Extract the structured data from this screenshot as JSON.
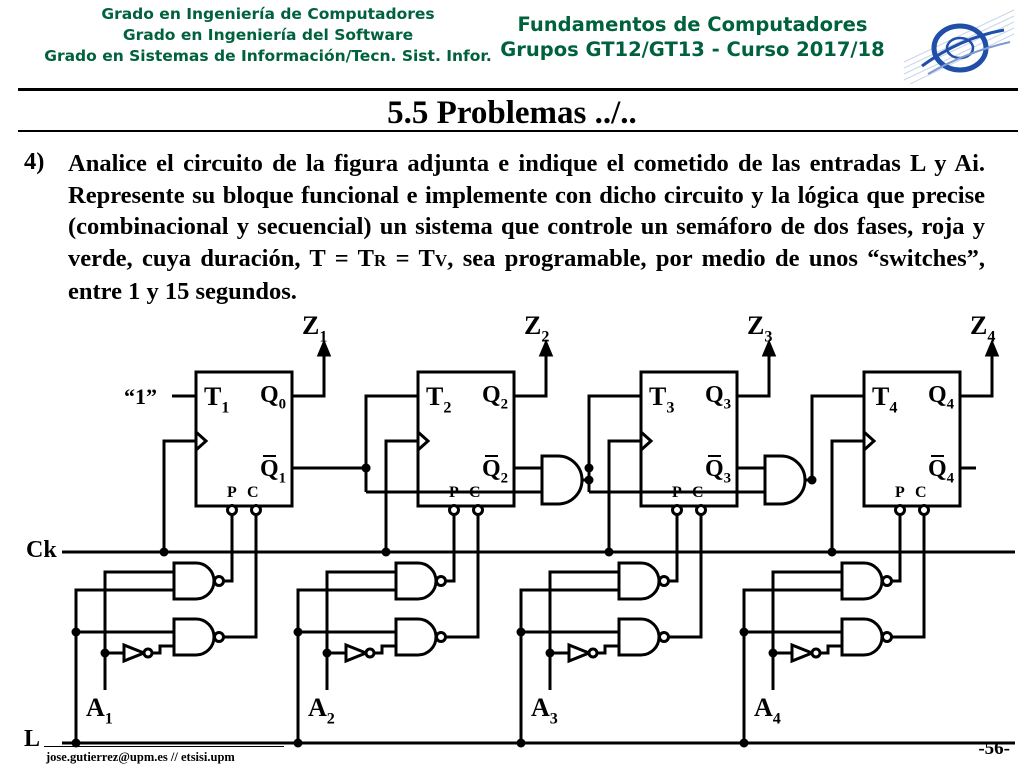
{
  "header": {
    "left_lines": [
      "Grado en Ingeniería de Computadores",
      "Grado en Ingeniería del Software",
      "Grado en Sistemas de Información/Tecn. Sist. Infor."
    ],
    "course": "Fundamentos de Computadores",
    "group": "Grupos GT12/GT13 - Curso 2017/18"
  },
  "title": "5.5 Problemas ../..",
  "problem": {
    "number": "4)",
    "text_before": "Analice el circuito de la figura adjunta e indique el cometido de las entradas L y Ai. Represente su bloque funcional e implemente con dicho circuito y la lógica que precise (combinacional y secuencial) un sistema que controle un semáforo de dos fases, roja y verde, cuya duración, T = T",
    "sub_r": "R",
    "text_middle": " = T",
    "sub_v": "V",
    "text_after": ", sea programable, por medio de unos “switches”, entre 1 y 15 segundos."
  },
  "circuit": {
    "input_one": "“1”",
    "clock": "Ck",
    "load": "L",
    "flipflops": [
      {
        "t": "T",
        "t_sub": "1",
        "q": "Q",
        "q_sub": "0",
        "qbar": "Q",
        "qbar_sub": "1",
        "z": "Z",
        "z_sub": "1",
        "a": "A",
        "a_sub": "1"
      },
      {
        "t": "T",
        "t_sub": "2",
        "q": "Q",
        "q_sub": "2",
        "qbar": "Q",
        "qbar_sub": "2",
        "z": "Z",
        "z_sub": "2",
        "a": "A",
        "a_sub": "2"
      },
      {
        "t": "T",
        "t_sub": "3",
        "q": "Q",
        "q_sub": "3",
        "qbar": "Q",
        "qbar_sub": "3",
        "z": "Z",
        "z_sub": "3",
        "a": "A",
        "a_sub": "3"
      },
      {
        "t": "T",
        "t_sub": "4",
        "q": "Q",
        "q_sub": "4",
        "qbar": "Q",
        "qbar_sub": "4",
        "z": "Z",
        "z_sub": "4",
        "a": "A",
        "a_sub": "4"
      }
    ],
    "preset_label": "P",
    "clear_label": "C"
  },
  "footer": {
    "email": "jose.gutierrez@upm.es // etsisi.upm",
    "page": "-56-"
  },
  "colors": {
    "header_green": "#00613d",
    "logo_blue": "#1f4fa8"
  },
  "icons": {
    "logo": "etsisi-logo"
  }
}
